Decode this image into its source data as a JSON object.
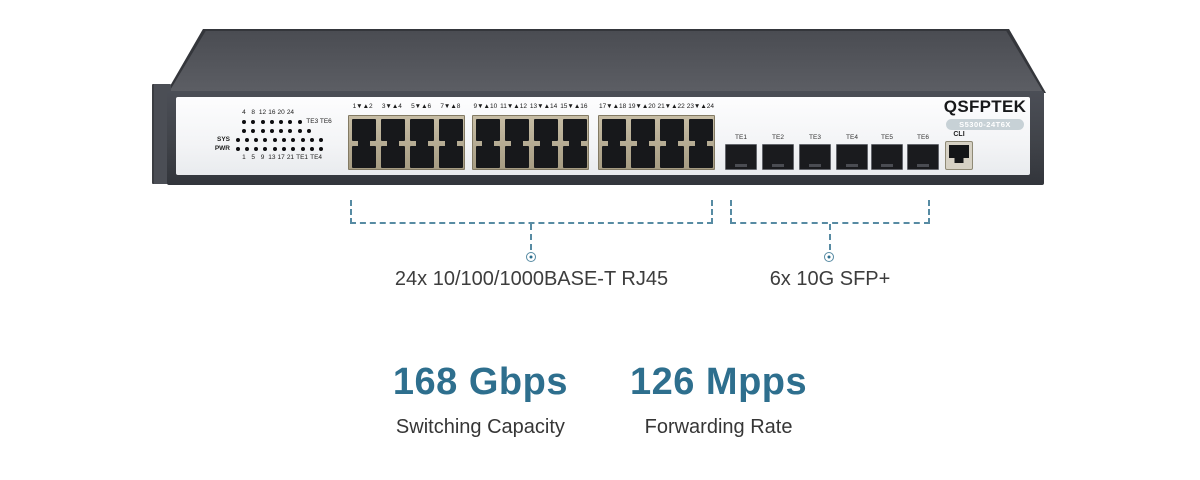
{
  "device": {
    "brand": "QSFPTEK",
    "model": "S5300-24T6X",
    "console_label": "CLI",
    "led_panel": {
      "top_numbers": [
        "4",
        "8",
        "12",
        "16",
        "20",
        "24"
      ],
      "te_top_label": "TE3 TE6",
      "sys_label": "SYS",
      "pwr_label": "PWR",
      "bottom_labels": [
        "1",
        "5",
        "9",
        "13",
        "17",
        "21",
        "TE1",
        "TE4"
      ]
    },
    "rj45_port_labels": [
      [
        "1▼▲2",
        "3▼▲4",
        "5▼▲6",
        "7▼▲8"
      ],
      [
        "9▼▲10",
        "11▼▲12",
        "13▼▲14",
        "15▼▲16"
      ],
      [
        "17▼▲18",
        "19▼▲20",
        "21▼▲22",
        "23▼▲24"
      ]
    ],
    "sfp_port_labels": [
      "TE1",
      "TE2",
      "TE3",
      "TE4",
      "TE5",
      "TE6"
    ]
  },
  "annotations": {
    "rj45": "24x 10/100/1000BASE-T RJ45",
    "sfp": "6x 10G SFP+"
  },
  "stats": [
    {
      "value": "168 Gbps",
      "label": "Switching Capacity"
    },
    {
      "value": "126 Mpps",
      "label": "Forwarding Rate"
    }
  ],
  "colors": {
    "accent": "#2e6f8e",
    "bracket": "#578ba3",
    "chassis": "#4b4e56",
    "panel": "#f3f4f6",
    "port_bezel": "#b6ac94"
  }
}
